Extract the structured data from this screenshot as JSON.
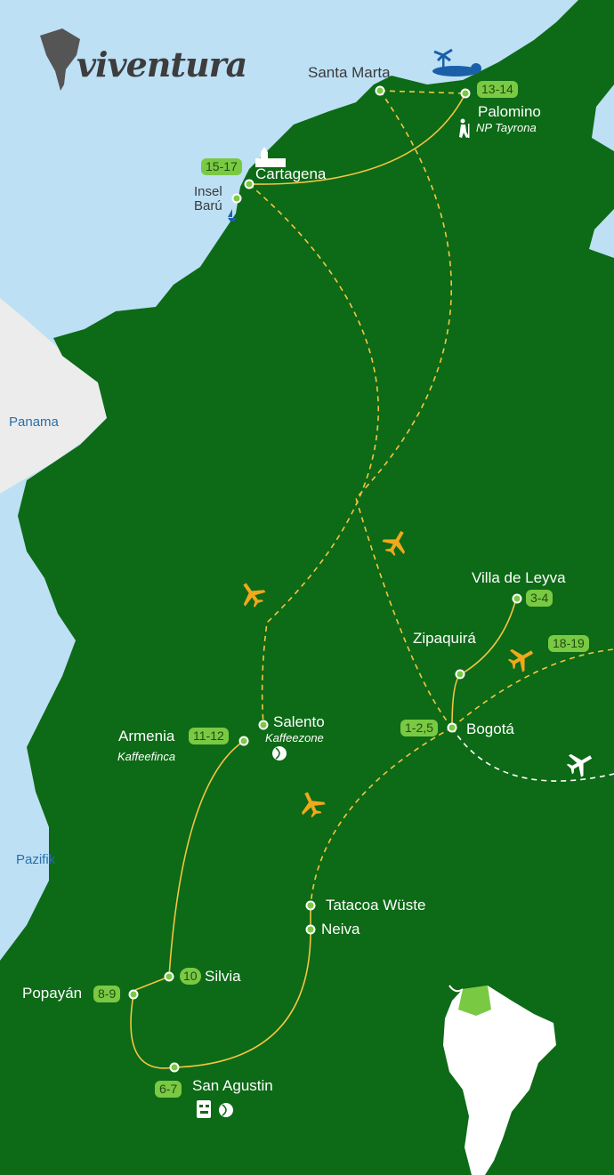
{
  "brand": {
    "logo_text": "viventura"
  },
  "seas": {
    "panama": "Panama",
    "pacific": "Pazifik"
  },
  "cities": {
    "santa_marta": {
      "name": "Santa Marta"
    },
    "palomino": {
      "name": "Palomino",
      "note": "NP Tayrona",
      "days": "13-14"
    },
    "cartagena": {
      "name": "Cartagena",
      "days": "15-17"
    },
    "baru": {
      "name_line1": "Insel",
      "name_line2": "Barú"
    },
    "villa_de_leyva": {
      "name": "Villa de Leyva",
      "days": "3-4"
    },
    "zipaquira": {
      "name": "Zipaquirá"
    },
    "bogota": {
      "name": "Bogotá",
      "days": "1-2,5"
    },
    "flight": {
      "days": "18-19"
    },
    "salento": {
      "name": "Salento",
      "note": "Kaffeezone"
    },
    "armenia": {
      "name": "Armenia",
      "note": "Kaffeefinca",
      "days": "11-12"
    },
    "tatacoa": {
      "name": "Tatacoa Wüste"
    },
    "neiva": {
      "name": "Neiva"
    },
    "silvia": {
      "name": "Silvia",
      "days": "10"
    },
    "popayan": {
      "name": "Popayán",
      "days": "8-9"
    },
    "san_agustin": {
      "name": "San Agustin",
      "days": "6-7"
    }
  },
  "colors": {
    "land": "#0d6a16",
    "sea": "#bde0f5",
    "neighbor": "#eeeeee",
    "route": "#f4c542",
    "badge": "#7ac943",
    "plane": "#f0a81c"
  }
}
